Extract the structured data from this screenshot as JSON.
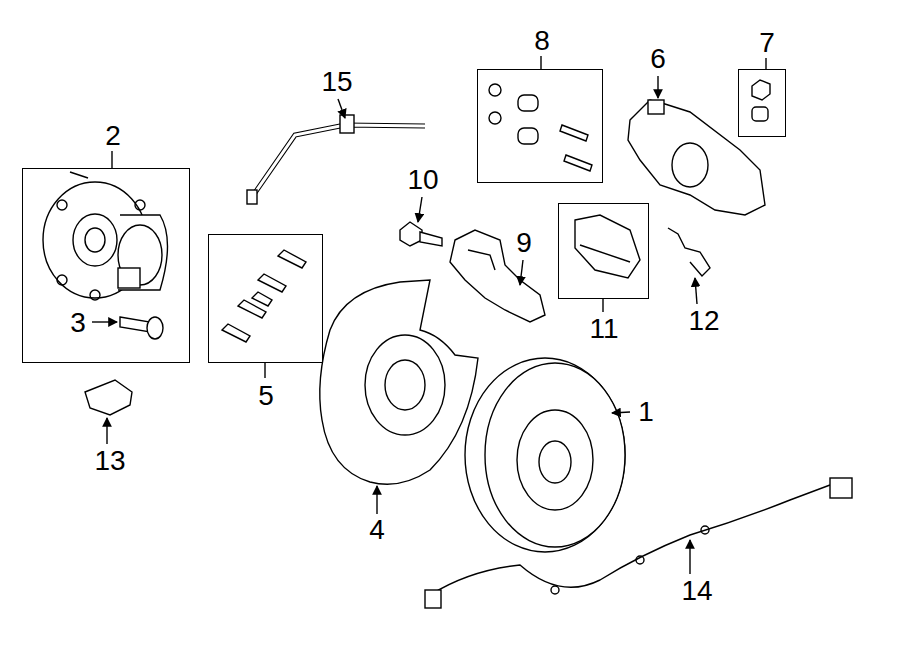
{
  "diagram": {
    "nodes": [
      {
        "text": [
          "2",
          "3"
        ]
      },
      {
        "text": [
          "5"
        ]
      },
      {
        "text": [
          "8"
        ]
      },
      {
        "text": [
          "11"
        ]
      },
      {
        "text": [
          "7"
        ]
      }
    ],
    "labels": [
      "1",
      "4",
      "6",
      "9",
      "10",
      "12",
      "13",
      "14",
      "15"
    ]
  }
}
